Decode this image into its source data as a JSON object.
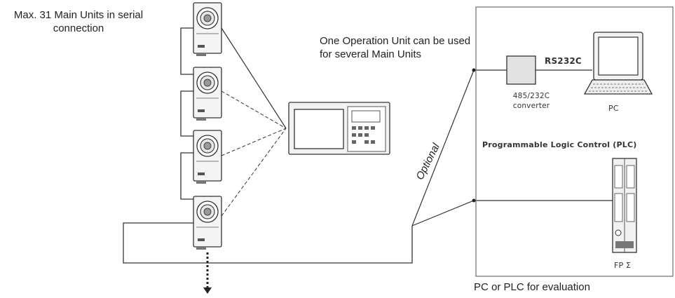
{
  "labels": {
    "max_units": "Max. 31 Main Units in serial connection",
    "operation_unit": "One Operation Unit can be used for several Main Units",
    "rs232c": "RS232C",
    "converter": "485/232C converter",
    "pc": "PC",
    "plc_title": "Programmable Logic Control (PLC)",
    "optional": "Optional",
    "fp_sigma": "FP Σ",
    "pc_or_plc": "PC or PLC for evaluation"
  }
}
